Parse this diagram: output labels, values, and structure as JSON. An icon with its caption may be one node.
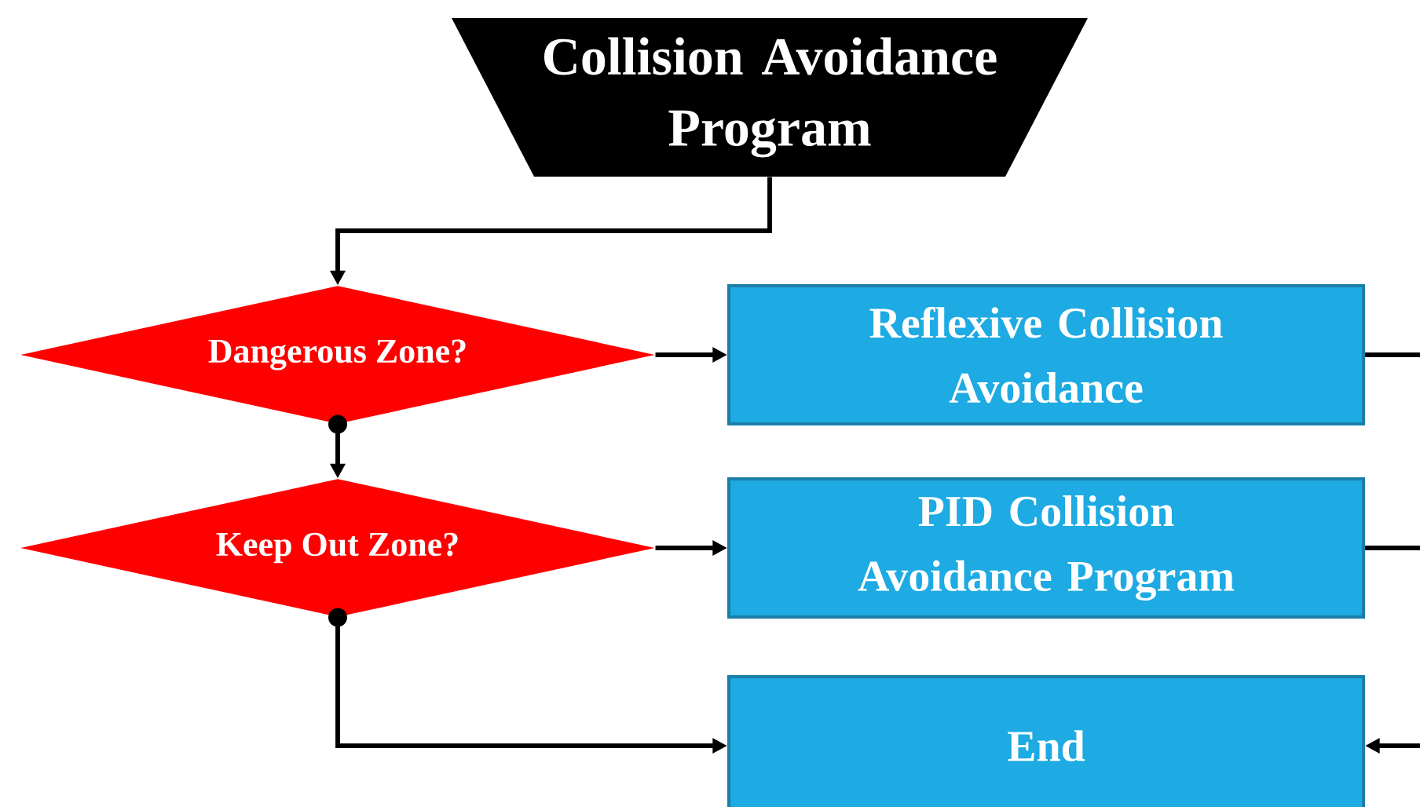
{
  "diagram": {
    "nodes": [
      {
        "text": [
          "Collision Avoidance Program"
        ]
      },
      {
        "text": [
          "Dangerous Zone?"
        ]
      },
      {
        "text": [
          "Keep Out Zone?"
        ]
      },
      {
        "text": [
          "Reflexive Collision Avoidance"
        ]
      },
      {
        "text": [
          "PID Collision Avoidance Program"
        ]
      },
      {
        "text": [
          "End"
        ]
      }
    ],
    "edges": [
      {
        "from": 0,
        "to": 1,
        "arrow": "to"
      },
      {
        "from": 1,
        "to": 3,
        "arrow": "to"
      },
      {
        "from": 1,
        "to": 2,
        "arrow": "to"
      },
      {
        "from": 2,
        "to": 4,
        "arrow": "to"
      },
      {
        "from": 2,
        "to": 5,
        "arrow": "to"
      },
      {
        "from": 3,
        "to": null,
        "arrow": "none"
      },
      {
        "from": 4,
        "to": null,
        "arrow": "none"
      },
      {
        "from": null,
        "to": 5,
        "arrow": "to"
      }
    ]
  }
}
